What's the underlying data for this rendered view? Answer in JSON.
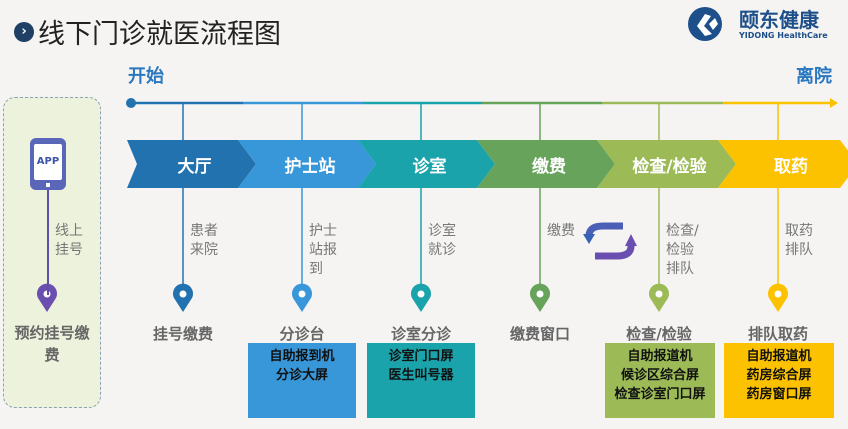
{
  "title": "线下门诊就医流程图",
  "logo": {
    "name": "颐东健康",
    "sub": "YIDONG HealthCare"
  },
  "timeline": {
    "start": "开始",
    "end": "离院"
  },
  "app": {
    "icon_label": "APP",
    "step": "线上挂号",
    "location": "预约挂号缴费"
  },
  "stages": [
    {
      "label": "大厅",
      "color": "#2272b0",
      "step": "患者来院",
      "location": "挂号缴费",
      "devices": []
    },
    {
      "label": "护士站",
      "color": "#3797d8",
      "step": "护士站报到",
      "location": "分诊台",
      "devices": [
        "自助报到机",
        "分诊大屏"
      ]
    },
    {
      "label": "诊室",
      "color": "#1aa3aa",
      "step": "诊室就诊",
      "location": "诊室分诊",
      "devices": [
        "诊室门口屏",
        "医生叫号器"
      ]
    },
    {
      "label": "缴费",
      "color": "#67a35a",
      "step": "缴费",
      "location": "缴费窗口",
      "devices": []
    },
    {
      "label": "检查/检验",
      "color": "#9cbb57",
      "step": "检查/检验排队",
      "location": "检查/检验",
      "devices": [
        "自助报道机",
        "候诊区综合屏",
        "检查诊室门口屏"
      ]
    },
    {
      "label": "取药",
      "color": "#fcc200",
      "step": "取药排队",
      "location": "排队取药",
      "devices": [
        "自助报道机",
        "药房综合屏",
        "药房窗口屏"
      ]
    }
  ]
}
